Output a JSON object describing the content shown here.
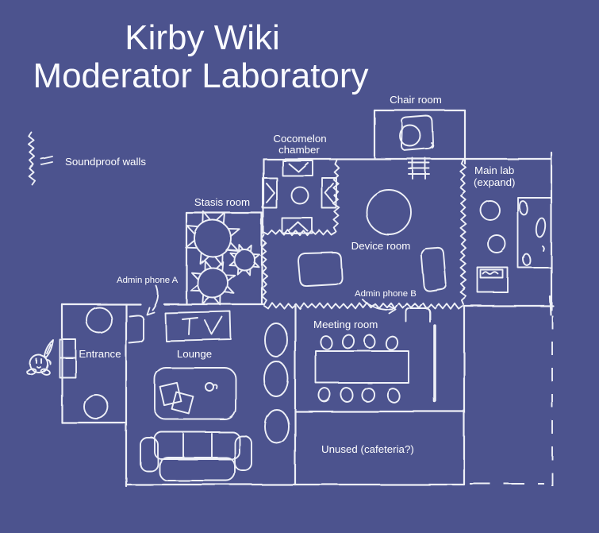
{
  "title": {
    "line1": "Kirby Wiki",
    "line2": "Moderator Laboratory"
  },
  "legend": {
    "soundproof_label": "Soundproof walls"
  },
  "rooms": {
    "chair_room": "Chair room",
    "cocomelon_line1": "Cocomelon",
    "cocomelon_line2": "chamber",
    "stasis": "Stasis room",
    "device": "Device room",
    "main_lab_line1": "Main lab",
    "main_lab_line2": "(expand)",
    "entrance": "Entrance",
    "lounge": "Lounge",
    "meeting": "Meeting room",
    "unused": "Unused (cafeteria?)"
  },
  "annotations": {
    "phone_a": "Admin phone A",
    "phone_b": "Admin phone B"
  },
  "colors": {
    "background": "#4c538e",
    "line": "#eef0f7",
    "text": "#ffffff"
  }
}
